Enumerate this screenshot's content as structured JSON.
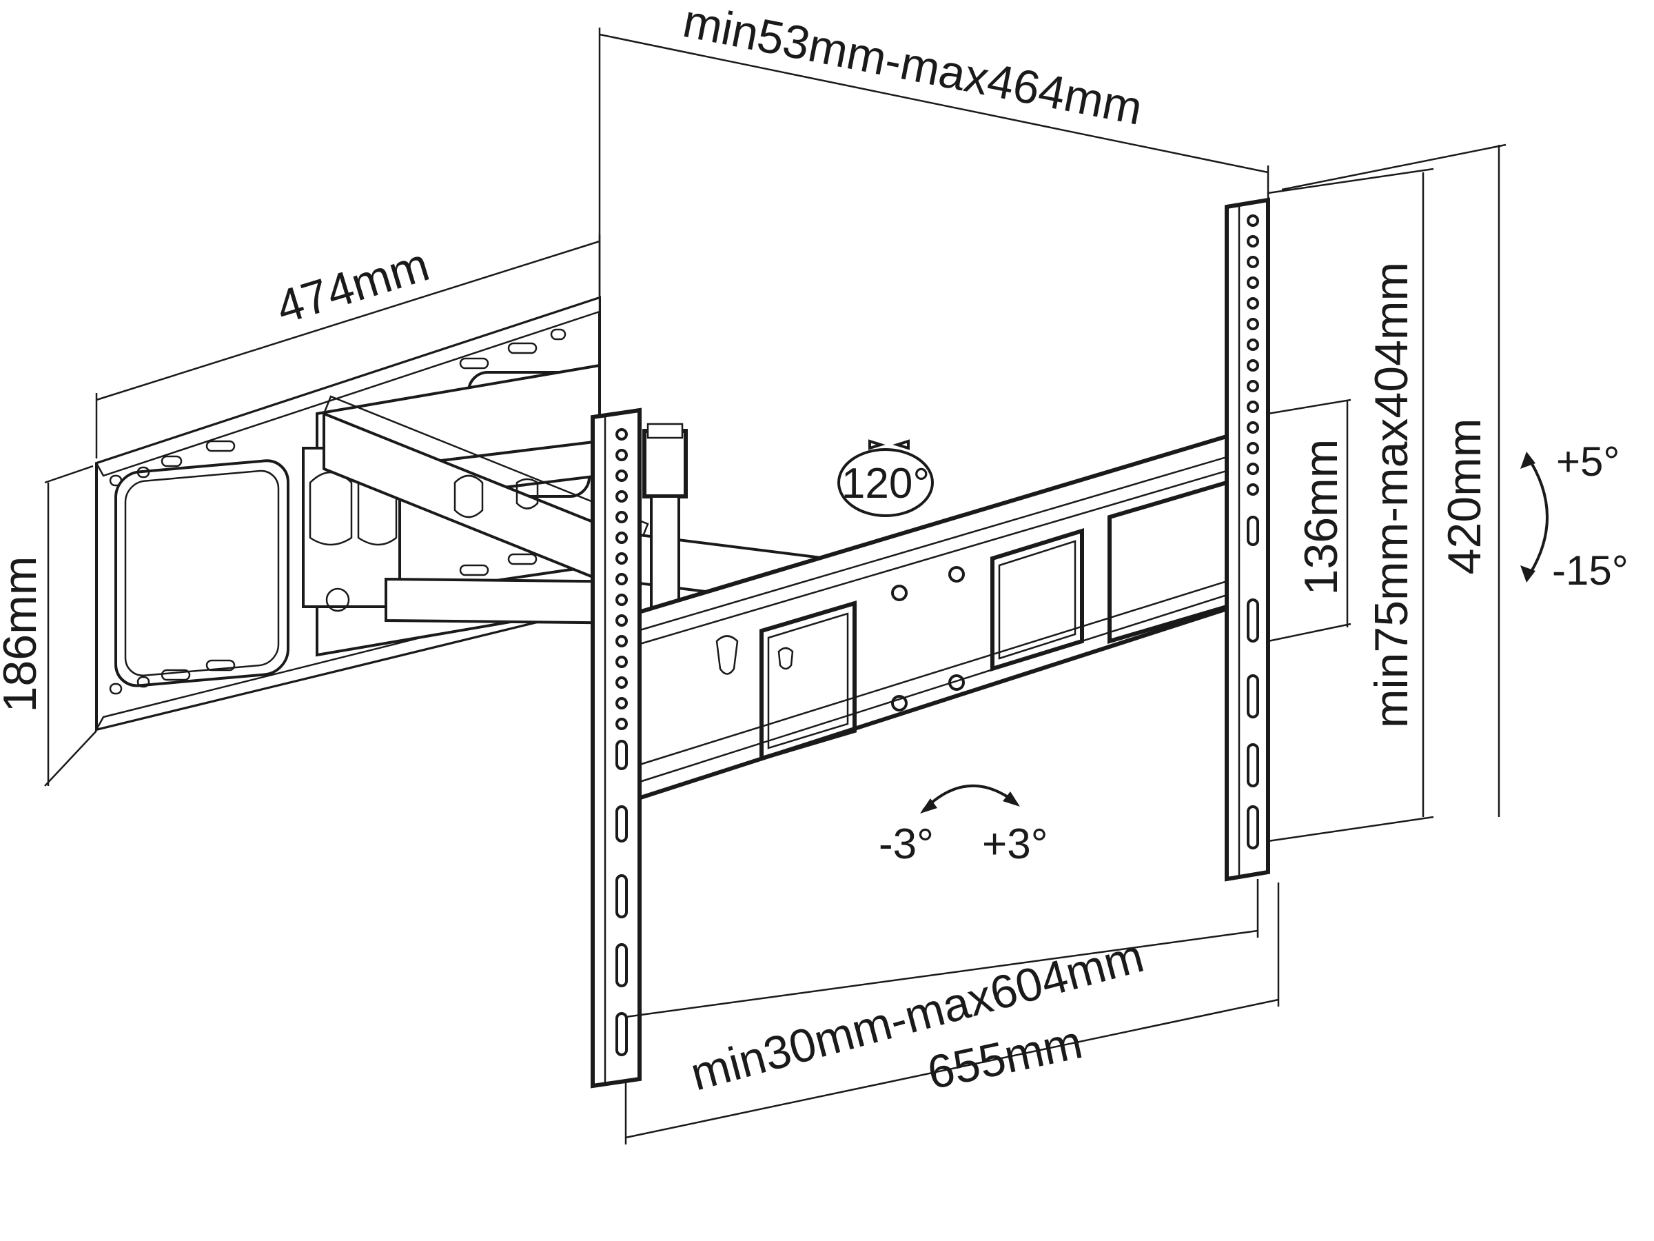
{
  "dimensions": {
    "wall_plate_width": "474mm",
    "wall_plate_height": "186mm",
    "extension_range": "min53mm-max464mm",
    "vesa_height_range": "min75mm-max404mm",
    "rail_height": "420mm",
    "crossbar_height": "136mm",
    "vesa_width_range": "min30mm-max604mm",
    "overall_width": "655mm"
  },
  "angles": {
    "swivel": "120°",
    "tilt_up": "+5°",
    "tilt_down": "-15°",
    "level_left": "-3°",
    "level_right": "+3°"
  },
  "colors": {
    "line": "#1a1a1a",
    "background": "#ffffff"
  }
}
